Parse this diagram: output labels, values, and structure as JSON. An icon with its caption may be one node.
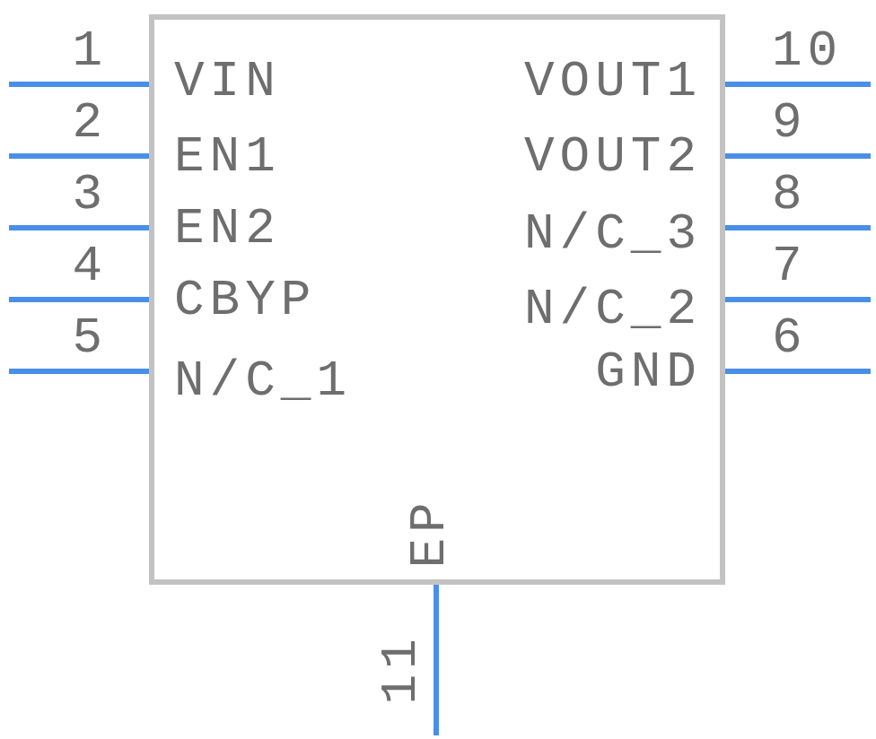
{
  "diagram": {
    "nodes": [
      {
        "text": [],
        "shape": "box"
      }
    ],
    "labels": [
      "1",
      "10",
      "VIN",
      "VOUT1",
      "2",
      "9",
      "EN1",
      "VOUT2",
      "3",
      "8",
      "EN2",
      "N/C_3",
      "4",
      "7",
      "CBYP",
      "N/C_2",
      "5",
      "6",
      "N/C_1",
      "GND",
      "EP",
      "11"
    ]
  }
}
